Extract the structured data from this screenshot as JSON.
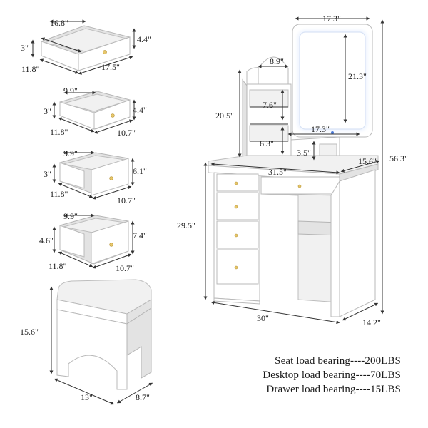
{
  "drawers": [
    {
      "width": "16.8\"",
      "height_left": "3\"",
      "height_right": "4.4\"",
      "depth_left": "11.8\"",
      "depth_right": "17.5\""
    },
    {
      "width": "9.9\"",
      "height_left": "3\"",
      "height_right": "4.4\"",
      "depth_left": "11.8\"",
      "depth_right": "10.7\""
    },
    {
      "width": "9.9\"",
      "height_left": "3\"",
      "height_right": "6.1\"",
      "depth_left": "11.8\"",
      "depth_right": "10.7\""
    },
    {
      "width": "9.9\"",
      "height_left": "4.6\"",
      "height_right": "7.4\"",
      "depth_left": "11.8\"",
      "depth_right": "10.7\""
    }
  ],
  "stool": {
    "height": "15.6\"",
    "width": "13\"",
    "depth": "8.7\""
  },
  "vanity": {
    "mirror_width": "17.3\"",
    "mirror_height": "21.3\"",
    "total_height": "56.3\"",
    "round_shelf_width": "8.9\"",
    "hutch_height": "20.5\"",
    "shelf_upper": "7.6\"",
    "shelf_lower": "6.3\"",
    "mirror_base_width": "17.3\"",
    "riser_height": "3.5\"",
    "desktop_width": "31.5\"",
    "desktop_depth": "15.6\"",
    "desk_height": "29.5\"",
    "desk_width": "30\"",
    "desk_depth": "14.2\""
  },
  "specs": [
    "Seat load bearing----200LBS",
    "Desktop load bearing----70LBS",
    "Drawer load bearing----15LBS"
  ],
  "colors": {
    "furniture": "#ffffff",
    "shade": "#dcdcdc",
    "knob": "#e6c66a",
    "led": "#f5f8ff"
  }
}
